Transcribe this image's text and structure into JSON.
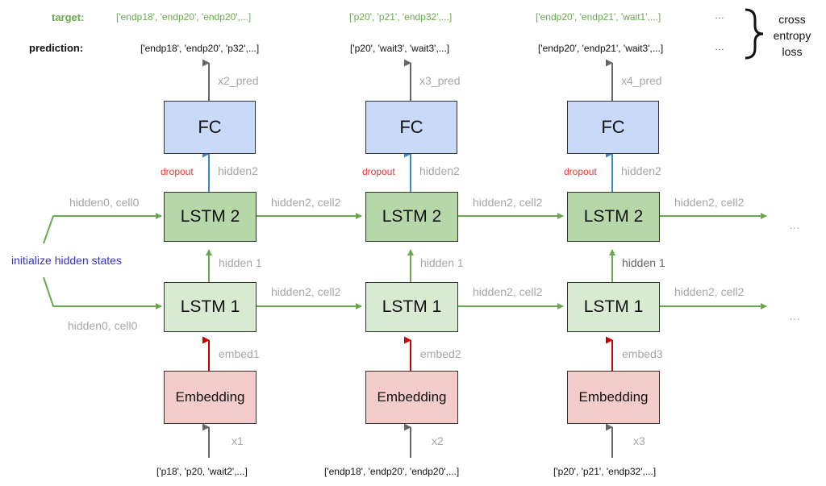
{
  "header": {
    "target_label": "target:",
    "prediction_label": "prediction:"
  },
  "columns": [
    {
      "target": "['endp18', 'endp20', 'endp20',...]",
      "prediction": "['endp18', 'endp20', 'p32',...]",
      "pred_label": "x2_pred",
      "fc_label": "FC",
      "dropout_label": "dropout",
      "hidden2_label": "hidden2",
      "lstm2_label": "LSTM 2",
      "hidden1_label": "hidden 1",
      "lstm1_label": "LSTM 1",
      "embed_label": "embed1",
      "embedding_label": "Embedding",
      "input_label": "x1",
      "input_tokens": "['p18', 'p20, 'wait2',...]"
    },
    {
      "target": "['p20', 'p21', 'endp32',...]",
      "prediction": "['p20', 'wait3', 'wait3',...]",
      "pred_label": "x3_pred",
      "fc_label": "FC",
      "dropout_label": "dropout",
      "hidden2_label": "hidden2",
      "lstm2_label": "LSTM 2",
      "hidden1_label": "hidden 1",
      "lstm1_label": "LSTM 1",
      "embed_label": "embed2",
      "embedding_label": "Embedding",
      "input_label": "x2",
      "input_tokens": "['endp18', 'endp20', 'endp20',...]"
    },
    {
      "target": "['endp20', 'endp21', 'wait1',...]",
      "prediction": "['endp20', 'endp21', 'wait3',...]",
      "pred_label": "x4_pred",
      "fc_label": "FC",
      "dropout_label": "dropout",
      "hidden2_label": "hidden2",
      "lstm2_label": "LSTM 2",
      "hidden1_label": "hidden 1",
      "lstm1_label": "LSTM 1",
      "embed_label": "embed3",
      "embedding_label": "Embedding",
      "input_label": "x3",
      "input_tokens": "['p20', 'p21', 'endp32',...]"
    }
  ],
  "ellipsis": "…",
  "loss_label": {
    "line1": "cross",
    "line2": "entropy",
    "line3": "loss"
  },
  "init_label": "initialize hidden states",
  "init_top_label": "hidden0, cell0",
  "init_bottom_label": "hidden0, cell0",
  "recurrent_label": "hidden2, cell2",
  "colors": {
    "target_text": "#6aa84f",
    "arrow_green": "#6aa84f",
    "arrow_red": "#cc0000",
    "arrow_blue": "#3d85c6",
    "arrow_gray": "#666666",
    "init_text": "#3333cc",
    "dropout_text": "#e53935",
    "fc_fill": "#c9daf8",
    "lstm2_fill": "#b6d7a8",
    "lstm1_fill": "#d9ead3",
    "embedding_fill": "#f4cccc"
  }
}
